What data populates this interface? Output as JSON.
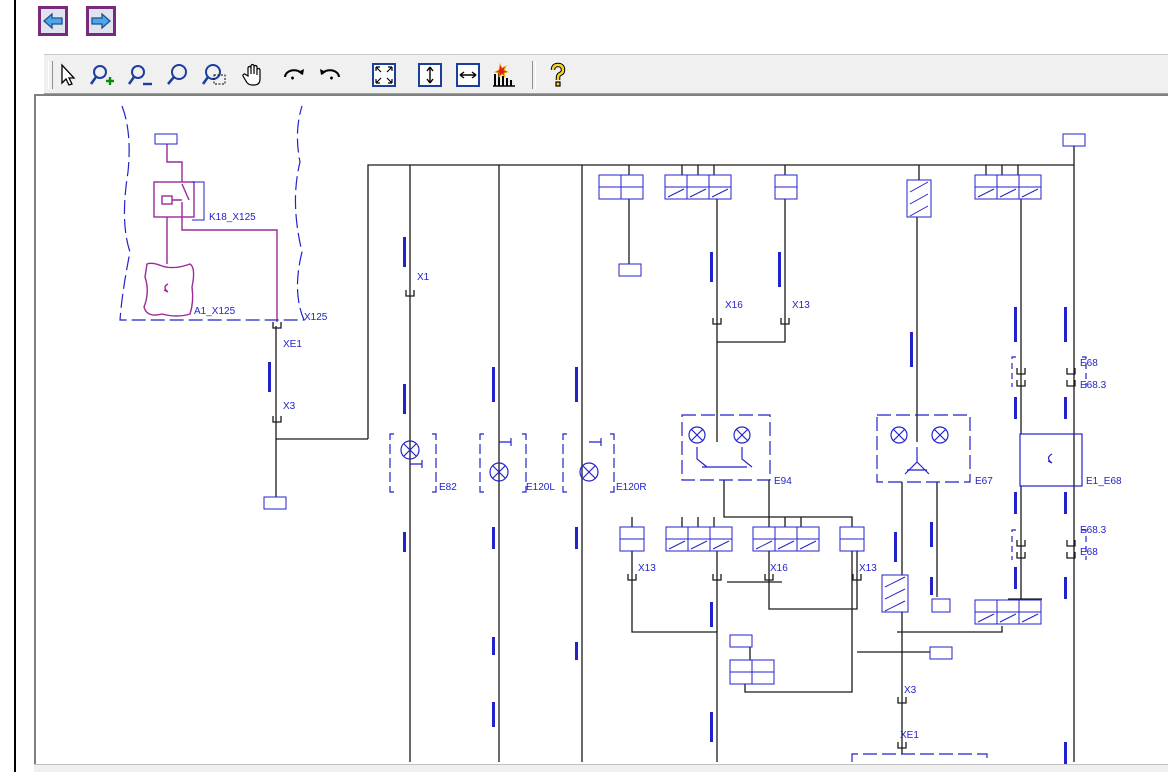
{
  "nav": {
    "back_icon": "arrow-left-icon",
    "forward_icon": "arrow-right-icon"
  },
  "toolbar": {
    "tools": [
      {
        "name": "select-tool",
        "icon": "arrow-pointer-icon"
      },
      {
        "name": "zoom-in-tool",
        "icon": "zoom-in-icon"
      },
      {
        "name": "zoom-out-tool",
        "icon": "zoom-out-icon"
      },
      {
        "name": "zoom-tool",
        "icon": "magnifier-icon"
      },
      {
        "name": "zoom-window-tool",
        "icon": "zoom-window-icon"
      },
      {
        "name": "pan-tool",
        "icon": "hand-icon"
      },
      {
        "name": "rotate-right-tool",
        "icon": "rotate-right-icon"
      },
      {
        "name": "rotate-left-tool",
        "icon": "rotate-left-icon"
      },
      {
        "name": "fit-all-tool",
        "icon": "fit-all-icon"
      },
      {
        "name": "fit-height-tool",
        "icon": "fit-height-icon"
      },
      {
        "name": "fit-width-tool",
        "icon": "fit-width-icon"
      },
      {
        "name": "highlight-circuit-tool",
        "icon": "circuit-highlight-icon"
      },
      {
        "name": "help-tool",
        "icon": "question-mark-icon"
      }
    ]
  },
  "diagram": {
    "colors": {
      "wire": "#1a1a1a",
      "component": "#2222cc",
      "relay": "#9a2a9a"
    },
    "labels": {
      "x1": "X1",
      "x125": "X125",
      "xe1_top": "XE1",
      "x3_top": "X3",
      "k18": "K18_X125",
      "a1": "A1_X125",
      "x16_top": "X16",
      "x13_top": "X13",
      "e68_top": "E68",
      "e68_3_top": "E68.3",
      "e1_e68": "E1_E68",
      "e68_3_bottom": "E68.3",
      "e68_bottom": "E68",
      "e82": "E82",
      "e120l": "E120L",
      "e120r": "E120R",
      "e94": "E94",
      "e67": "E67",
      "x13_left": "X13",
      "x16_bottom": "X16",
      "x13_right": "X13",
      "x3_bottom": "X3",
      "xe1_bottom": "XE1"
    }
  }
}
